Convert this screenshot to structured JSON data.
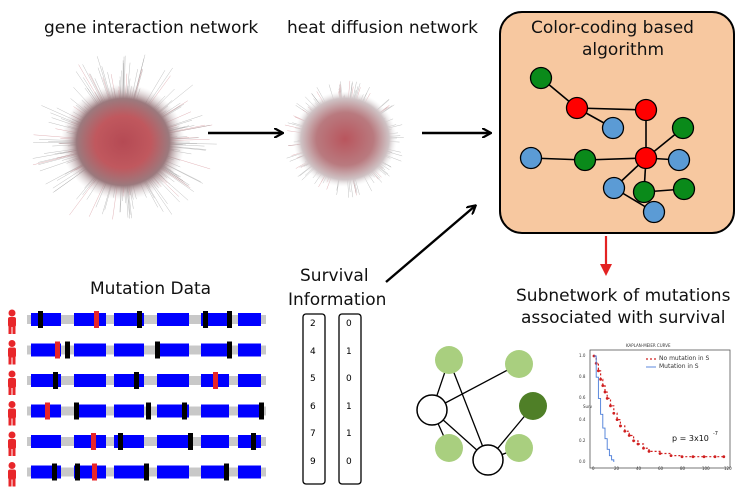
{
  "labels": {
    "gene_network": "gene interaction network",
    "heat_network": "heat diffusion network",
    "algorithm_line1": "Color-coding based",
    "algorithm_line2": "algorithm",
    "mutation_data": "Mutation Data",
    "survival_line1": "Survival",
    "survival_line2": "Information",
    "subnetwork_line1": "Subnetwork of mutations",
    "subnetwork_line2": "associated with survival"
  },
  "survival_table": {
    "times": [
      "2",
      "4",
      "5",
      "6",
      "7",
      "9"
    ],
    "status": [
      "0",
      "1",
      "0",
      "1",
      "1",
      "0"
    ]
  },
  "km_plot": {
    "title": "KAPLAN-MEIER CURVE",
    "legend": [
      "No mutation in S",
      "Mutation in S"
    ],
    "pvalue": "p = 3x10",
    "pvalue_exp": "-7",
    "xticks": [
      "0",
      "20",
      "40",
      "60",
      "80",
      "100",
      "120"
    ],
    "yticks": [
      "1.0",
      "0.8",
      "0.6",
      "0.4",
      "0.2",
      "0.0"
    ],
    "ylabel": "Surv"
  },
  "chart_data": {
    "type": "line",
    "title": "KAPLAN-MEIER CURVE",
    "xlabel": "",
    "ylabel": "Surv",
    "xlim": [
      0,
      120
    ],
    "ylim": [
      0,
      1
    ],
    "series": [
      {
        "name": "No mutation in S",
        "x": [
          0,
          2,
          4,
          6,
          8,
          10,
          12,
          15,
          18,
          21,
          24,
          28,
          32,
          36,
          40,
          45,
          50,
          60,
          70,
          80,
          90,
          100,
          110,
          118
        ],
        "y": [
          1.0,
          0.93,
          0.86,
          0.78,
          0.72,
          0.66,
          0.6,
          0.53,
          0.46,
          0.4,
          0.34,
          0.29,
          0.25,
          0.2,
          0.17,
          0.13,
          0.1,
          0.08,
          0.06,
          0.05,
          0.05,
          0.05,
          0.05,
          0.05
        ]
      },
      {
        "name": "Mutation in S",
        "x": [
          0,
          2,
          4,
          6,
          8,
          10,
          12,
          14,
          16,
          18
        ],
        "y": [
          1.0,
          0.8,
          0.6,
          0.45,
          0.32,
          0.22,
          0.12,
          0.06,
          0.02,
          0.0
        ]
      }
    ]
  },
  "colors": {
    "node_red": "#ff0000",
    "node_green": "#0a8a1a",
    "node_blue": "#5b9bd5",
    "algorithm_box": "#f7c8a0",
    "mutation_bar": "#0000ff",
    "mutation_mark_red": "#e8262a",
    "mutation_mark_black": "#000000",
    "arrow_red": "#e32222",
    "sub_light_green": "#a9cf7f",
    "sub_dark_green": "#4f7f27"
  }
}
